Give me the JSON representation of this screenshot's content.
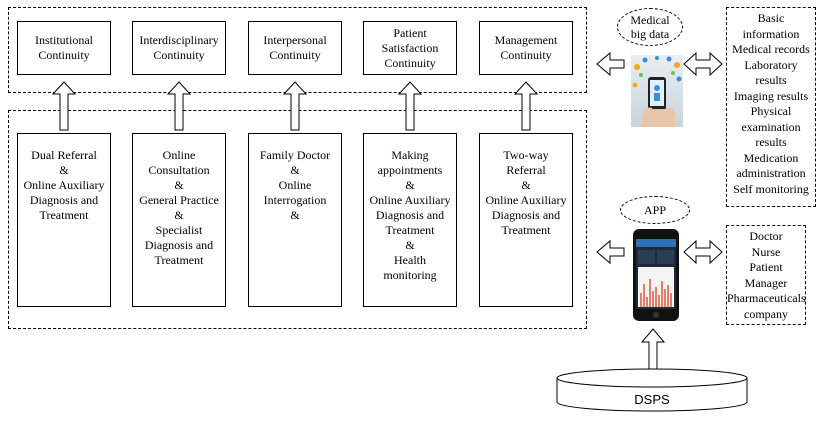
{
  "continuity_boxes": [
    {
      "label": "Institutional Continuity"
    },
    {
      "label": "Interdisciplinary Continuity"
    },
    {
      "label": "Interpersonal Continuity"
    },
    {
      "label": "Patient Satisfaction Continuity"
    },
    {
      "label": "Management Continuity"
    }
  ],
  "service_boxes": [
    {
      "lines": [
        "Dual Referral",
        "&",
        "Online Auxiliary",
        "Diagnosis and",
        "Treatment"
      ]
    },
    {
      "lines": [
        "Online",
        "Consultation",
        "&",
        "General Practice",
        "&",
        "Specialist",
        "Diagnosis and",
        "Treatment"
      ]
    },
    {
      "lines": [
        "Family Doctor",
        "&",
        "Online",
        "Interrogation",
        "&"
      ]
    },
    {
      "lines": [
        "Making",
        "appointments",
        "&",
        "Online Auxiliary",
        "Diagnosis and",
        "Treatment",
        "&",
        "Health",
        "monitoring"
      ]
    },
    {
      "lines": [
        "Two-way",
        "Referral",
        "&",
        "Online Auxiliary",
        "Diagnosis and",
        "Treatment"
      ]
    }
  ],
  "big_data": {
    "label_line1": "Medical",
    "label_line2": "big data",
    "items": [
      "Basic",
      "information",
      "Medical records",
      "Laboratory",
      "results",
      "Imaging results",
      "Physical",
      "examination",
      "results",
      "Medication",
      "administration",
      "Self monitoring"
    ]
  },
  "app": {
    "label": "APP",
    "users": [
      "Doctor",
      "Nurse",
      "Patient",
      "Manager",
      "Pharmaceuticals",
      "company"
    ]
  },
  "dsps": {
    "label": "DSPS"
  }
}
